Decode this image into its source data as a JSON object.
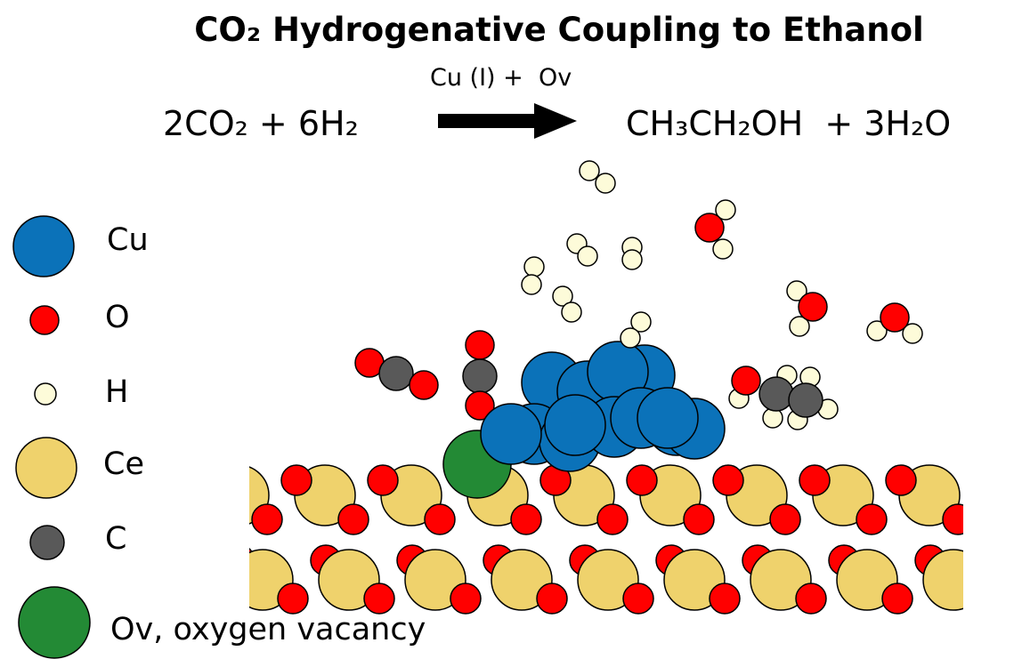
{
  "title": "CO₂ Hydrogenative Coupling to Ethanol",
  "equation": {
    "reactants": "2CO₂ + 6H₂",
    "catalyst": "Cu (I) +  Ov",
    "products": "CH₃CH₂OH  + 3H₂O"
  },
  "legend": [
    {
      "label": "Cu",
      "color": "#0b72b9"
    },
    {
      "label": "O",
      "color": "#ff0000"
    },
    {
      "label": "H",
      "color": "#fdfbd9"
    },
    {
      "label": "Ce",
      "color": "#efd26c"
    },
    {
      "label": "C",
      "color": "#595959"
    },
    {
      "label": "Ov, oxygen vacancy",
      "color": "#238a35"
    }
  ]
}
